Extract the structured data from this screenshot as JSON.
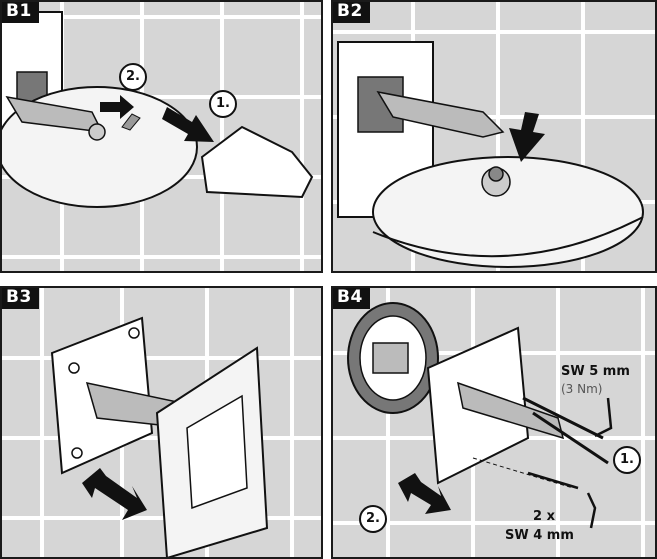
{
  "panels": {
    "b1": {
      "label": "B1",
      "step1": "1.",
      "step2": "2."
    },
    "b2": {
      "label": "B2"
    },
    "b3": {
      "label": "B3"
    },
    "b4": {
      "label": "B4",
      "step1": "1.",
      "step2": "2.",
      "key_size": "SW 5 mm",
      "torque": "(3 Nm)",
      "count": "2 x",
      "key_size_small": "SW 4 mm"
    }
  },
  "colors": {
    "tile": "#d6d6d6",
    "grout": "#ffffff",
    "outline": "#111111",
    "arrow": "#111111"
  }
}
